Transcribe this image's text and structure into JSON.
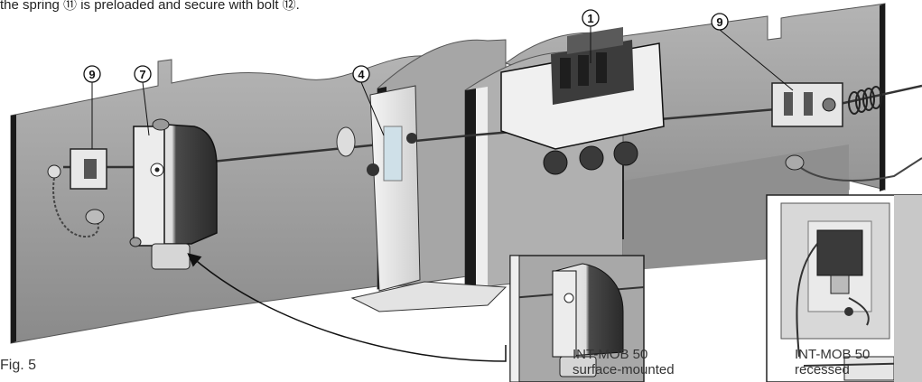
{
  "top_caption": "the spring ⑪ is preloaded and secure with bolt ⑫.",
  "figure_label": "Fig. 5",
  "callouts": [
    {
      "id": "c9-left",
      "label": "9"
    },
    {
      "id": "c7",
      "label": "7"
    },
    {
      "id": "c4",
      "label": "4"
    },
    {
      "id": "c1",
      "label": "1"
    },
    {
      "id": "c9-right",
      "label": "9"
    }
  ],
  "insets": {
    "surface": {
      "line1": "INT-MOB 50",
      "line2": "surface-mounted"
    },
    "recessed": {
      "line1": "INT-MOB 50",
      "line2": "recessed"
    }
  },
  "colors": {
    "panel": "#9b9b9b",
    "panel_dark": "#6e6e6e",
    "edge": "#1a1a1a",
    "bracket": "#e6e6e6",
    "device_dark": "#3a3a3a",
    "device_light": "#ececec"
  }
}
